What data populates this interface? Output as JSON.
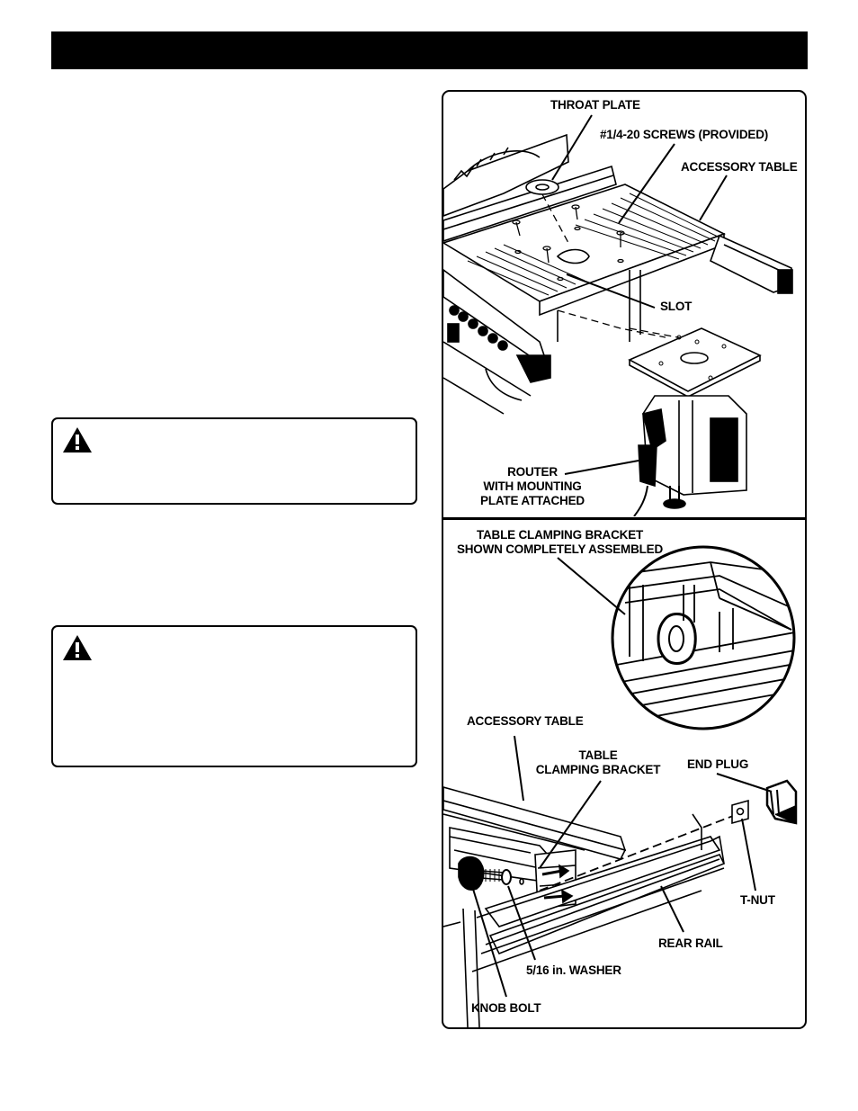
{
  "figure_top": {
    "labels": {
      "throat_plate": "THROAT PLATE",
      "screws": "#1/4-20 SCREWS (PROVIDED)",
      "accessory_table": "ACCESSORY TABLE",
      "slot": "SLOT",
      "router_line1": "ROUTER",
      "router_line2": "WITH MOUNTING",
      "router_line3": "PLATE ATTACHED"
    }
  },
  "figure_bottom": {
    "labels": {
      "bracket_assembled_line1": "TABLE CLAMPING BRACKET",
      "bracket_assembled_line2": "SHOWN COMPLETELY ASSEMBLED",
      "accessory_table": "ACCESSORY TABLE",
      "bracket_line1": "TABLE",
      "bracket_line2": "CLAMPING BRACKET",
      "end_plug": "END PLUG",
      "t_nut": "T-NUT",
      "rear_rail": "REAR RAIL",
      "washer": "5/16 in. WASHER",
      "knob_bolt": "KNOB BOLT"
    }
  },
  "icons": {
    "warning": "warning-triangle-icon"
  }
}
